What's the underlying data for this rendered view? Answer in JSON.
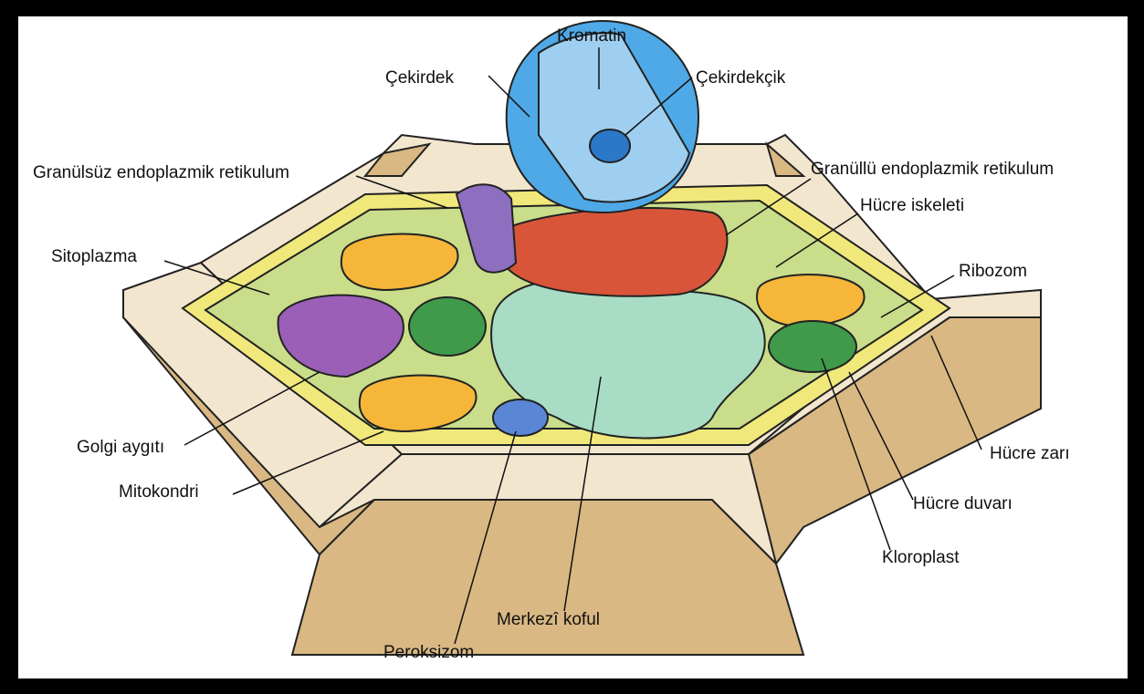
{
  "labels": {
    "kromatin": "Kromatin",
    "cekirdek": "Çekirdek",
    "cekirdekcik": "Çekirdekçik",
    "granulsuz_er": "Granülsüz endoplazmik retikulum",
    "granullu_er": "Granüllü endoplazmik retikulum",
    "hucre_iskeleti": "Hücre iskeleti",
    "sitoplazma": "Sitoplazma",
    "ribozom": "Ribozom",
    "golgi": "Golgi aygıtı",
    "mitokondri": "Mitokondri",
    "hucre_zari": "Hücre zarı",
    "hucre_duvari": "Hücre duvarı",
    "kloroplast": "Kloroplast",
    "merkezi_koful": "Merkezî koful",
    "peroksizom": "Peroksizom"
  },
  "colors": {
    "frame": "#000000",
    "background": "#ffffff",
    "cell_wall": "#d9b883",
    "cell_wall_top": "#f3e6cf",
    "membrane": "#f0e87a",
    "cytoplasm": "#c9dd8a",
    "vacuole": "#a8dcc4",
    "nucleus": "#4fa9e6",
    "golgi": "#9b5fb8",
    "rough_er": "#d8553a",
    "chloroplast": "#3f9a4a",
    "mitochondria": "#f5b63a"
  }
}
